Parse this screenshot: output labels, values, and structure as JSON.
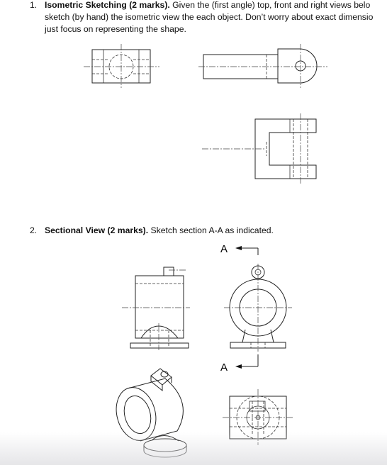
{
  "question1": {
    "number": "1.",
    "title": "Isometric Sketching (2 marks).",
    "line1_rest": " Given the (first angle) top, front and right views belo",
    "line2": "sketch (by hand) the isometric view the each object. Don’t worry about exact dimensio",
    "line3": "just focus on representing the shape."
  },
  "question2": {
    "number": "2.",
    "title": "Sectional View (2 marks).",
    "rest": " Sketch section A-A as indicated."
  },
  "section_labels": {
    "top": "A",
    "bottom": "A"
  }
}
